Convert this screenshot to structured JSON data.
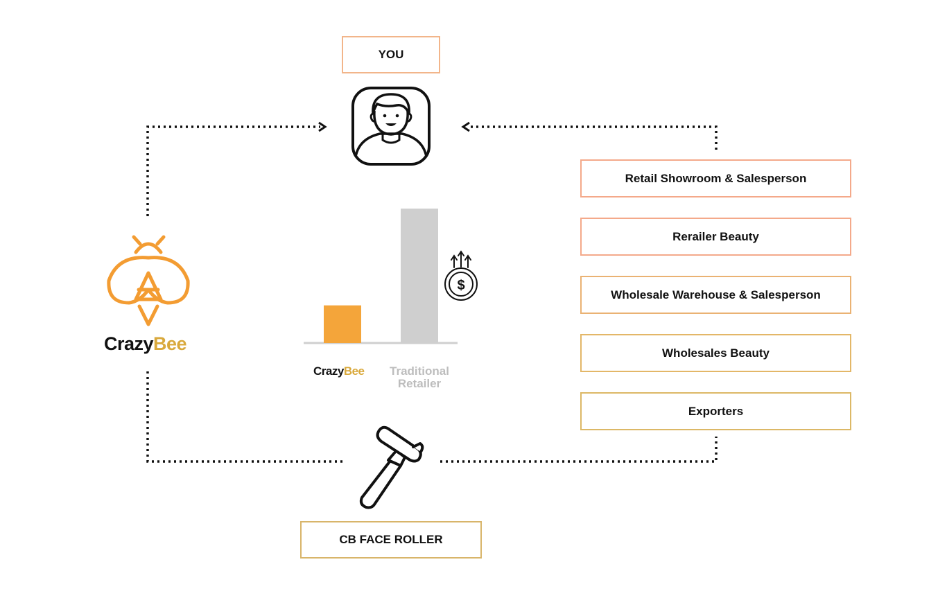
{
  "you": {
    "label": "YOU"
  },
  "brand": {
    "name_part1": "Crazy",
    "name_part2": "Bee"
  },
  "product": {
    "label": "CB FACE ROLLER"
  },
  "channels": [
    {
      "label": "Retail Showroom & Salesperson",
      "border": "#f4a98a"
    },
    {
      "label": "Rerailer Beauty",
      "border": "#f4a98a"
    },
    {
      "label": "Wholesale Warehouse & Salesperson",
      "border": "#eab273"
    },
    {
      "label": "Wholesales Beauty",
      "border": "#e3b768"
    },
    {
      "label": "Exporters",
      "border": "#dcb866"
    }
  ],
  "comparison": {
    "labels": {
      "crazybee_part1": "Crazy",
      "crazybee_part2": "Bee",
      "traditional_line1": "Traditional",
      "traditional_line2": "Retailer"
    },
    "values": {
      "crazybee": 0.28,
      "traditional": 1.0
    },
    "colors": {
      "crazybee": "#f4a53a",
      "traditional": "#cfcfcf"
    }
  },
  "icons": {
    "you": "person-avatar-icon",
    "logo": "bee-logo-icon",
    "price": "rising-dollar-icon",
    "product": "face-roller-icon"
  },
  "colors": {
    "accent": "#f39c32",
    "gold": "#d9a93c",
    "line": "#111111"
  }
}
